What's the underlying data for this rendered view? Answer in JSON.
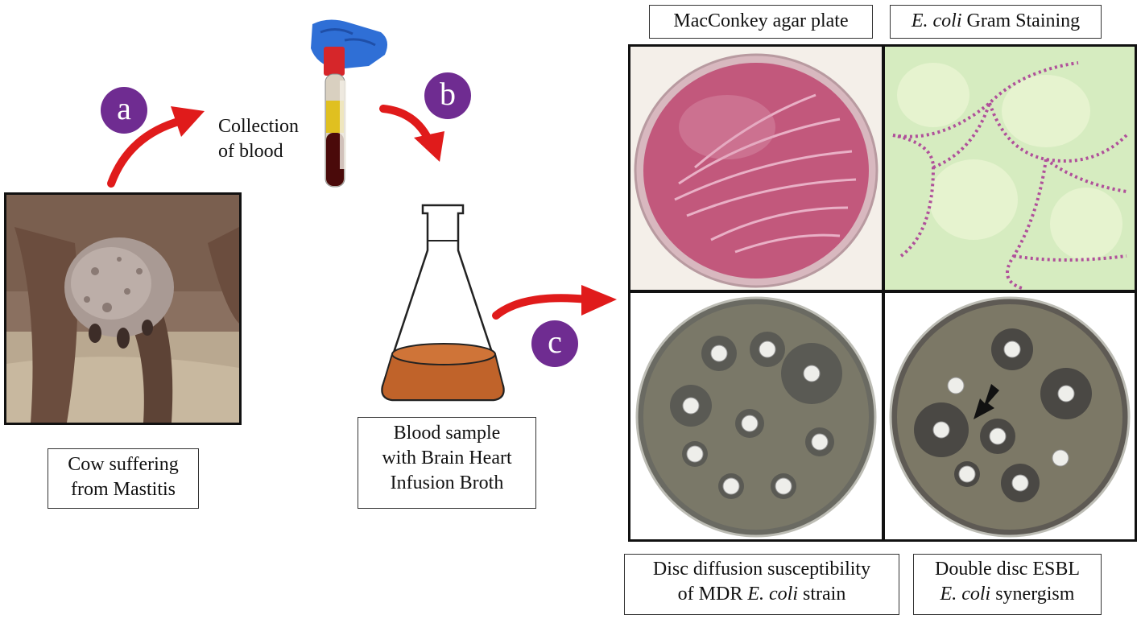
{
  "labels": {
    "cow": [
      "Cow suffering",
      "from Mastitis"
    ],
    "collection": [
      "Collection",
      "of blood"
    ],
    "broth": [
      "Blood sample",
      "with Brain Heart",
      "Infusion Broth"
    ],
    "macconkey": "MacConkey agar plate",
    "gram_italic": "E. coli",
    "gram_rest": " Gram Staining",
    "disc_line1": "Disc diffusion susceptibility",
    "disc_line2_pre": "of MDR ",
    "disc_line2_italic": "E. coli",
    "disc_line2_post": " strain",
    "esbl_line1": "Double disc ESBL",
    "esbl_line2_italic": "E. coli",
    "esbl_line2_post": " synergism"
  },
  "steps": {
    "a": "a",
    "b": "b",
    "c": "c"
  },
  "colors": {
    "step_circle": "#6f2c91",
    "arrow": "#e01b1b",
    "broth": "#c0632a",
    "agar": "#c2587c"
  },
  "icons": {
    "flow_arrow": "curved-red-arrow",
    "flask": "erlenmeyer-flask",
    "tube": "blood-collection-tube",
    "pointer": "black-arrow"
  }
}
